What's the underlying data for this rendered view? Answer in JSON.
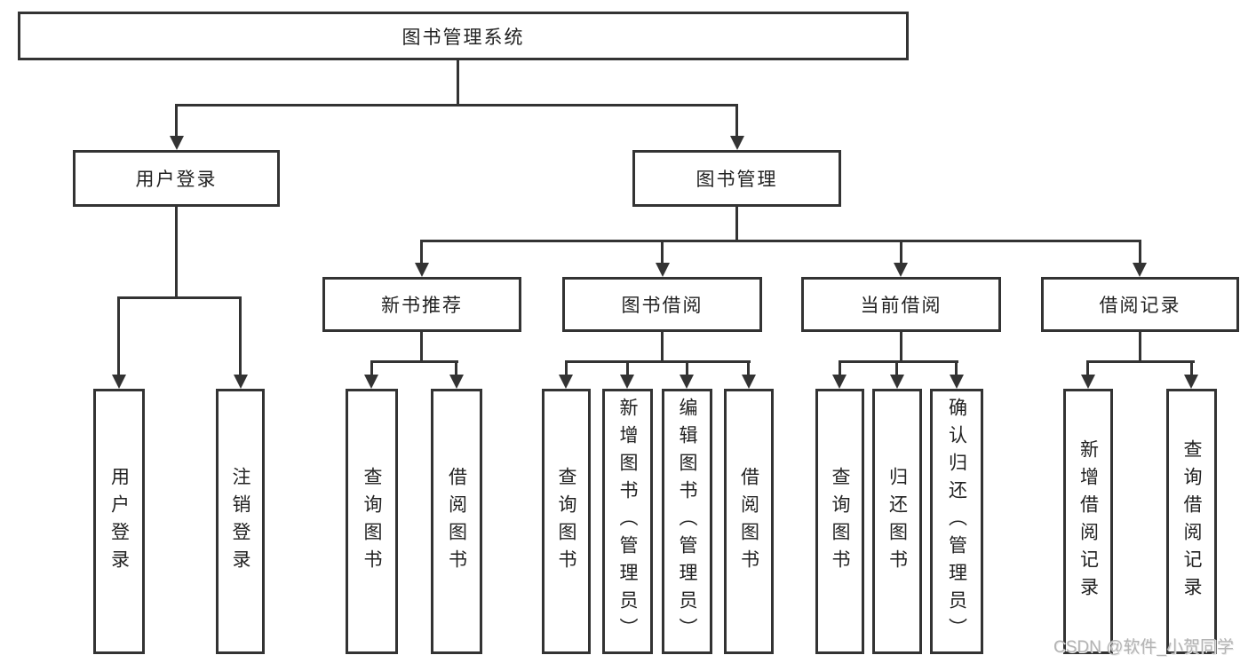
{
  "diagram": {
    "root": {
      "label": "图书管理系统"
    },
    "level1": [
      {
        "label": "用户登录"
      },
      {
        "label": "图书管理"
      }
    ],
    "level2": [
      {
        "label": "新书推荐"
      },
      {
        "label": "图书借阅"
      },
      {
        "label": "当前借阅"
      },
      {
        "label": "借阅记录"
      }
    ],
    "leaves": {
      "user_login": [
        "用户登录",
        "注销登录"
      ],
      "new_book": [
        "查询图书",
        "借阅图书"
      ],
      "borrow": [
        "查询图书",
        "新增图书（管理员）",
        "编辑图书（管理员）",
        "借阅图书"
      ],
      "current": [
        "查询图书",
        "归还图书",
        "确认归还（管理员）"
      ],
      "records": [
        "新增借阅记录",
        "查询借阅记录"
      ]
    },
    "watermark": "CSDN @软件_小贺同学",
    "colors": {
      "line": "#333333",
      "text": "#222222",
      "background": "#ffffff",
      "watermark": "#b3b3b3"
    }
  }
}
